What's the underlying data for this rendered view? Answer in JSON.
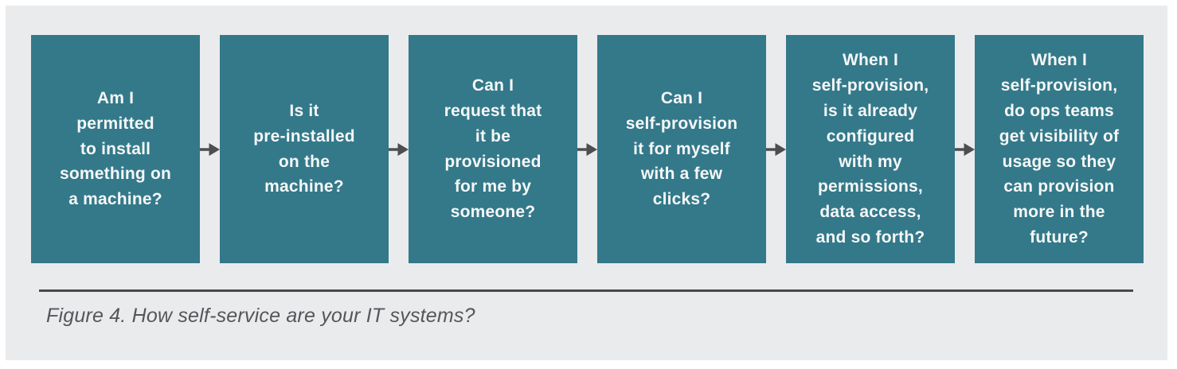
{
  "figure": {
    "caption": "Figure 4. How self-service are your IT systems?"
  },
  "steps": [
    {
      "text": "Am I\npermitted\nto install\nsomething on\na machine?"
    },
    {
      "text": "Is it\npre-installed\non the\nmachine?"
    },
    {
      "text": "Can I\nrequest that\nit be\nprovisioned\nfor me by\nsomeone?"
    },
    {
      "text": "Can I\nself-provision\nit for myself\nwith a few\nclicks?"
    },
    {
      "text": "When I\nself-provision,\nis it already\nconfigured\nwith my\npermissions,\ndata access,\nand so forth?"
    },
    {
      "text": "When I\nself-provision,\ndo ops teams\nget visibility of\nusage so they\ncan provision\nmore in the\nfuture?"
    }
  ],
  "icons": {
    "arrow": "arrow-right-icon"
  },
  "colors": {
    "step_background": "#33798a",
    "step_text": "#f6f7f7",
    "panel_background": "#eaebed",
    "arrow": "#4c4e50",
    "divider": "#47494b",
    "caption_text": "#54565a"
  }
}
